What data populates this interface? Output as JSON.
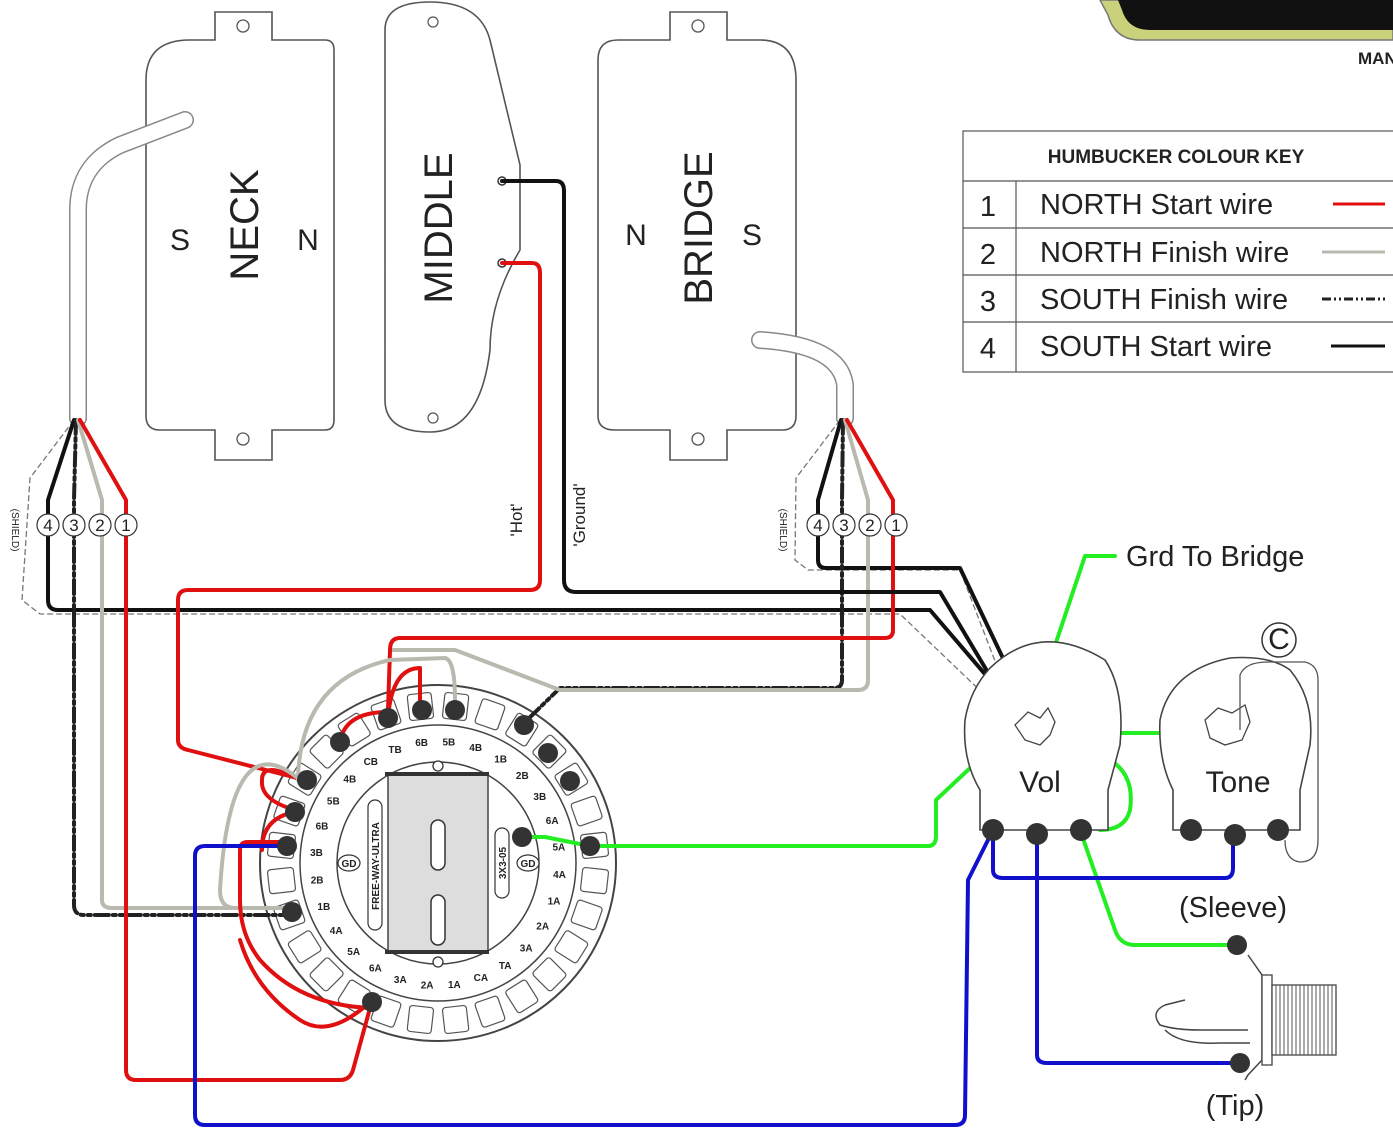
{
  "pickups": {
    "neck": {
      "label": "NECK",
      "pole_left": "S",
      "pole_right": "N"
    },
    "middle": {
      "label": "MIDDLE"
    },
    "bridge": {
      "label": "BRIDGE",
      "pole_left": "N",
      "pole_right": "S"
    }
  },
  "wire_labels": {
    "hot": "'Hot'",
    "ground": "'Ground'",
    "shield": "(SHIELD)"
  },
  "wire_numbers": [
    "4",
    "3",
    "2",
    "1"
  ],
  "colour_key": {
    "title": "HUMBUCKER COLOUR KEY",
    "rows": [
      {
        "num": "1",
        "label": "NORTH Start wire",
        "color": "#e01010",
        "style": "solid"
      },
      {
        "num": "2",
        "label": "NORTH Finish wire",
        "color": "#b9b9b0",
        "style": "solid"
      },
      {
        "num": "3",
        "label": "SOUTH Finish wire",
        "color": "#222222",
        "style": "dash-dot"
      },
      {
        "num": "4",
        "label": "SOUTH Start wire",
        "color": "#111111",
        "style": "solid"
      }
    ]
  },
  "logo_text": "MAN",
  "switch": {
    "name": "FREE-WAY-ULTRA",
    "model": "3X3-05",
    "ground_label": "GD",
    "top_labels": [
      "6B",
      "5B",
      "4B",
      "CB",
      "TB",
      "6B",
      "5B",
      "4B",
      "1B",
      "2B",
      "3B",
      "6A",
      "5A",
      "4A",
      "1A",
      "2A",
      "3A",
      "TA",
      "CA",
      "1A",
      "2A",
      "3A",
      "6A",
      "5A",
      "4A",
      "1B",
      "2B",
      "3B"
    ]
  },
  "controls": {
    "volume": "Vol",
    "tone": "Tone",
    "cap": "C",
    "ground_to_bridge": "Grd To Bridge"
  },
  "jack": {
    "sleeve": "(Sleeve)",
    "tip": "(Tip)"
  },
  "colors": {
    "red": "#e01010",
    "black": "#111111",
    "grey": "#b9b9b0",
    "green": "#22ee22",
    "blue": "#1010cc"
  }
}
